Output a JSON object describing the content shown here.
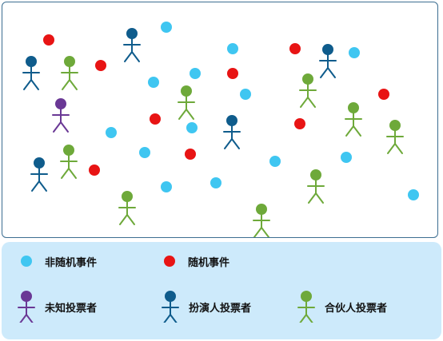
{
  "colors": {
    "non_random_event": "#3fc6f1",
    "random_event": "#e81414",
    "unknown_voter": "#6a3895",
    "actor_voter": "#0f5c8c",
    "partner_voter": "#6ea93a"
  },
  "legend": {
    "non_random_event": "非随机事件",
    "random_event": "随机事件",
    "unknown_voter": "未知投票者",
    "actor_voter": "扮演人投票者",
    "partner_voter": "合伙人投票者"
  },
  "icons": {
    "event": "filled-circle",
    "voter": "stick-figure"
  }
}
